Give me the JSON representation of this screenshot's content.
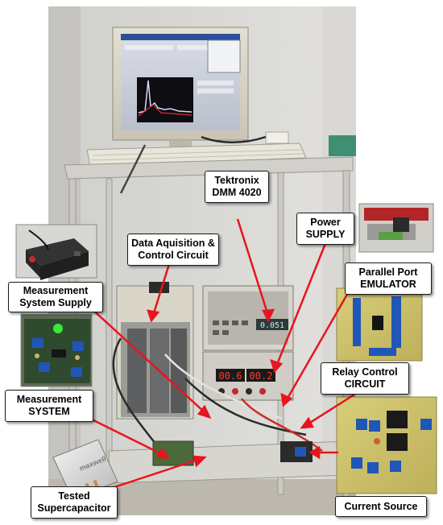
{
  "labels": {
    "tektronix": {
      "line1": "Tektronix",
      "line2": "DMM 4020"
    },
    "power_supply": {
      "line1": "Power",
      "line2": "SUPPLY"
    },
    "daq": {
      "line1": "Data Aquisition &",
      "line2": "Control Circuit"
    },
    "parallel_port": {
      "line1": "Parallel Port",
      "line2": "EMULATOR"
    },
    "measurement_supply": {
      "line1": "Measurement",
      "line2": "System Supply"
    },
    "relay": {
      "line1": "Relay Control",
      "line2": "CIRCUIT"
    },
    "measurement_system": {
      "line1": "Measurement",
      "line2": "SYSTEM"
    },
    "supercap": {
      "line1": "Tested",
      "line2": "Supercapacitor"
    },
    "current_source": {
      "line1": "Current Source"
    }
  },
  "display": {
    "dmm_reading": "0.051",
    "supply_reading_left": "00.6",
    "supply_reading_right": "00.2"
  },
  "colors": {
    "arrow": "#e8141e",
    "led_green": "#39e83a",
    "pcb_green": "#3c6b3a",
    "pcb_yellow": "#cfc36a",
    "terminal_blue": "#1f56b8"
  }
}
